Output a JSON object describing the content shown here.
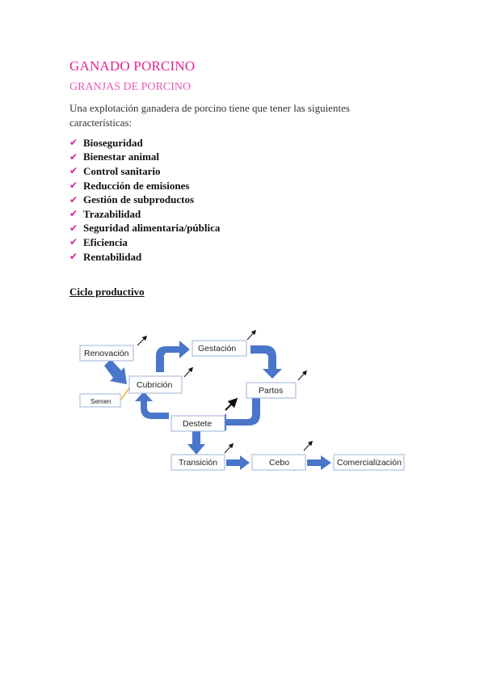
{
  "document": {
    "title": "GANADO PORCINO",
    "subtitle": "GRANJAS DE PORCINO",
    "intro": "Una explotación ganadera de porcino tiene que tener las siguientes características:",
    "check_icon": "✔",
    "list": [
      "Bioseguridad",
      "Bienestar animal",
      "Control sanitario",
      "Reducción de emisiones",
      "Gestión de subproductos",
      "Trazabilidad",
      "Seguridad alimentaria/pública",
      "Eficiencia",
      "Rentabilidad"
    ],
    "section_heading": "Ciclo productivo"
  },
  "diagram": {
    "accent_color": "#4a76c9",
    "box_border_color": "#9db3d9",
    "feed_arrow_color": "#f0b400",
    "nodes": {
      "renovacion": "Renovación",
      "semen": "Semen",
      "cubricion": "Cubrición",
      "gestacion": "Gestación",
      "partos": "Partos",
      "destete": "Destete",
      "transicion": "Transición",
      "cebo": "Cebo",
      "comercializacion": "Comercialización"
    }
  }
}
